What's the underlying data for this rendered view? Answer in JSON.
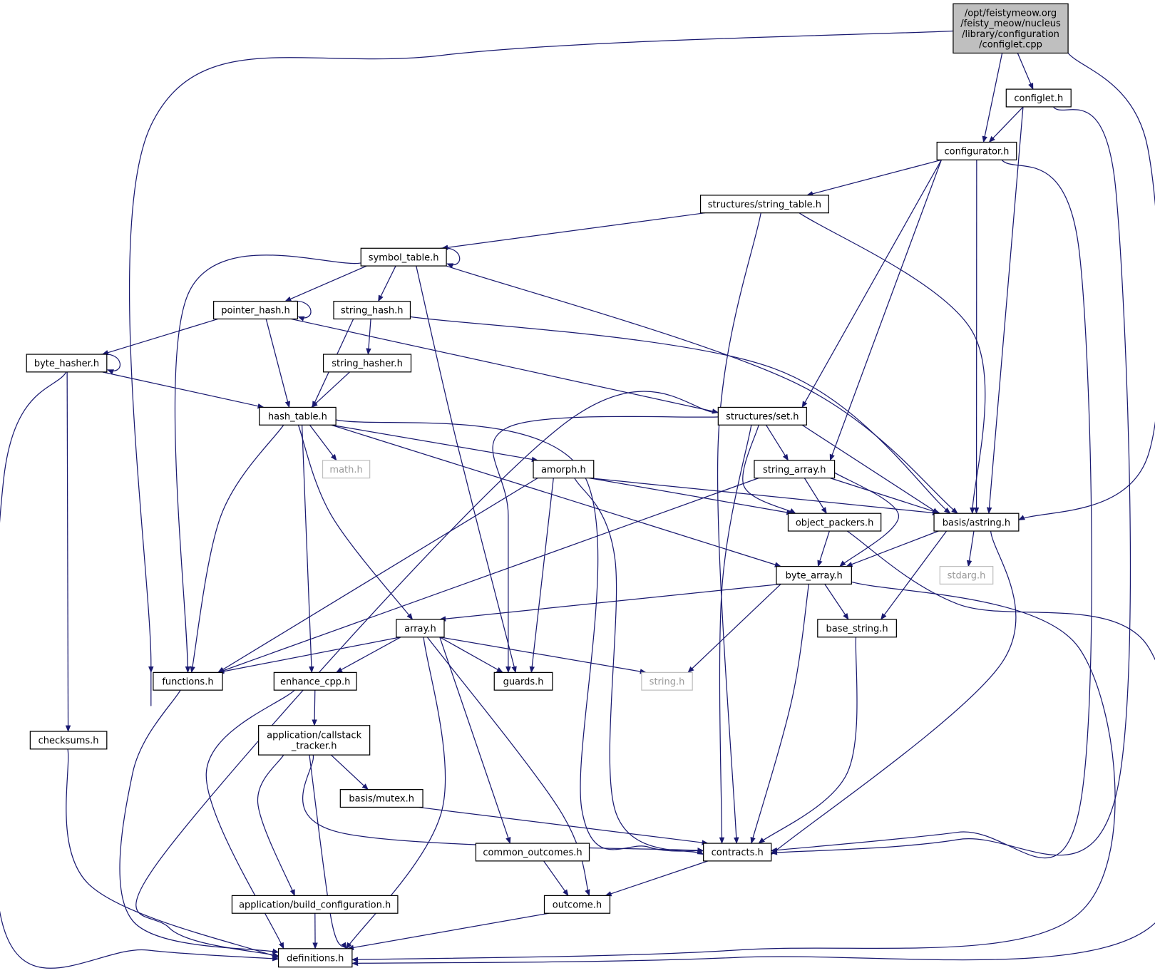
{
  "diagram": {
    "type": "include-dependency-graph",
    "colors": {
      "edge": "#191970",
      "root_fill": "#bfbfbf",
      "node_fill": "#ffffff",
      "node_border": "#000000",
      "external_border": "#bfbfbf",
      "external_text": "#9a9a9a"
    },
    "nodes": [
      {
        "id": "root",
        "lines": [
          "/opt/feistymeow.org",
          "/feisty_meow/nucleus",
          "/library/configuration",
          "/configlet.cpp"
        ],
        "style": "root"
      },
      {
        "id": "configlet_h",
        "lines": [
          "configlet.h"
        ],
        "style": "normal"
      },
      {
        "id": "configurator_h",
        "lines": [
          "configurator.h"
        ],
        "style": "normal"
      },
      {
        "id": "string_table_h",
        "lines": [
          "structures/string_table.h"
        ],
        "style": "normal"
      },
      {
        "id": "symbol_table_h",
        "lines": [
          "symbol_table.h"
        ],
        "style": "normal"
      },
      {
        "id": "pointer_hash_h",
        "lines": [
          "pointer_hash.h"
        ],
        "style": "normal"
      },
      {
        "id": "string_hash_h",
        "lines": [
          "string_hash.h"
        ],
        "style": "normal"
      },
      {
        "id": "byte_hasher_h",
        "lines": [
          "byte_hasher.h"
        ],
        "style": "normal"
      },
      {
        "id": "string_hasher_h",
        "lines": [
          "string_hasher.h"
        ],
        "style": "normal"
      },
      {
        "id": "hash_table_h",
        "lines": [
          "hash_table.h"
        ],
        "style": "normal"
      },
      {
        "id": "set_h",
        "lines": [
          "structures/set.h"
        ],
        "style": "normal"
      },
      {
        "id": "math_h",
        "lines": [
          "math.h"
        ],
        "style": "external"
      },
      {
        "id": "amorph_h",
        "lines": [
          "amorph.h"
        ],
        "style": "normal"
      },
      {
        "id": "string_array_h",
        "lines": [
          "string_array.h"
        ],
        "style": "normal"
      },
      {
        "id": "object_packers_h",
        "lines": [
          "object_packers.h"
        ],
        "style": "normal"
      },
      {
        "id": "astring_h",
        "lines": [
          "basis/astring.h"
        ],
        "style": "normal"
      },
      {
        "id": "stdarg_h",
        "lines": [
          "stdarg.h"
        ],
        "style": "external"
      },
      {
        "id": "byte_array_h",
        "lines": [
          "byte_array.h"
        ],
        "style": "normal"
      },
      {
        "id": "base_string_h",
        "lines": [
          "base_string.h"
        ],
        "style": "normal"
      },
      {
        "id": "array_h",
        "lines": [
          "array.h"
        ],
        "style": "normal"
      },
      {
        "id": "functions_h",
        "lines": [
          "functions.h"
        ],
        "style": "normal"
      },
      {
        "id": "enhance_cpp_h",
        "lines": [
          "enhance_cpp.h"
        ],
        "style": "normal"
      },
      {
        "id": "guards_h",
        "lines": [
          "guards.h"
        ],
        "style": "normal"
      },
      {
        "id": "string_h",
        "lines": [
          "string.h"
        ],
        "style": "external"
      },
      {
        "id": "checksums_h",
        "lines": [
          "checksums.h"
        ],
        "style": "normal"
      },
      {
        "id": "callstack_tracker_h",
        "lines": [
          "application/callstack",
          "_tracker.h"
        ],
        "style": "normal"
      },
      {
        "id": "mutex_h",
        "lines": [
          "basis/mutex.h"
        ],
        "style": "normal"
      },
      {
        "id": "contracts_h",
        "lines": [
          "contracts.h"
        ],
        "style": "normal"
      },
      {
        "id": "common_outcomes_h",
        "lines": [
          "common_outcomes.h"
        ],
        "style": "normal"
      },
      {
        "id": "build_configuration_h",
        "lines": [
          "application/build_configuration.h"
        ],
        "style": "normal"
      },
      {
        "id": "outcome_h",
        "lines": [
          "outcome.h"
        ],
        "style": "normal"
      },
      {
        "id": "definitions_h",
        "lines": [
          "definitions.h"
        ],
        "style": "normal"
      }
    ],
    "edges": [
      [
        "root",
        "functions_h"
      ],
      [
        "root",
        "configurator_h"
      ],
      [
        "root",
        "configlet_h"
      ],
      [
        "root",
        "astring_h"
      ],
      [
        "configlet_h",
        "configurator_h"
      ],
      [
        "configlet_h",
        "astring_h"
      ],
      [
        "configlet_h",
        "contracts_h"
      ],
      [
        "configurator_h",
        "string_table_h"
      ],
      [
        "configurator_h",
        "set_h"
      ],
      [
        "configurator_h",
        "string_array_h"
      ],
      [
        "configurator_h",
        "astring_h"
      ],
      [
        "configurator_h",
        "contracts_h"
      ],
      [
        "string_table_h",
        "symbol_table_h"
      ],
      [
        "string_table_h",
        "contracts_h"
      ],
      [
        "string_table_h",
        "astring_h"
      ],
      [
        "symbol_table_h",
        "symbol_table_h"
      ],
      [
        "symbol_table_h",
        "pointer_hash_h"
      ],
      [
        "symbol_table_h",
        "string_hash_h"
      ],
      [
        "symbol_table_h",
        "functions_h"
      ],
      [
        "symbol_table_h",
        "guards_h"
      ],
      [
        "symbol_table_h",
        "astring_h"
      ],
      [
        "pointer_hash_h",
        "pointer_hash_h"
      ],
      [
        "pointer_hash_h",
        "byte_hasher_h"
      ],
      [
        "pointer_hash_h",
        "hash_table_h"
      ],
      [
        "pointer_hash_h",
        "set_h"
      ],
      [
        "string_hash_h",
        "string_hasher_h"
      ],
      [
        "string_hash_h",
        "hash_table_h"
      ],
      [
        "string_hash_h",
        "astring_h"
      ],
      [
        "byte_hasher_h",
        "byte_hasher_h"
      ],
      [
        "byte_hasher_h",
        "hash_table_h"
      ],
      [
        "byte_hasher_h",
        "checksums_h"
      ],
      [
        "byte_hasher_h",
        "definitions_h"
      ],
      [
        "string_hasher_h",
        "hash_table_h"
      ],
      [
        "hash_table_h",
        "math_h"
      ],
      [
        "hash_table_h",
        "amorph_h"
      ],
      [
        "hash_table_h",
        "byte_array_h"
      ],
      [
        "hash_table_h",
        "array_h"
      ],
      [
        "hash_table_h",
        "enhance_cpp_h"
      ],
      [
        "hash_table_h",
        "functions_h"
      ],
      [
        "hash_table_h",
        "contracts_h"
      ],
      [
        "set_h",
        "string_array_h"
      ],
      [
        "set_h",
        "object_packers_h"
      ],
      [
        "set_h",
        "astring_h"
      ],
      [
        "set_h",
        "contracts_h"
      ],
      [
        "set_h",
        "guards_h"
      ],
      [
        "set_h",
        "definitions_h"
      ],
      [
        "amorph_h",
        "object_packers_h"
      ],
      [
        "amorph_h",
        "astring_h"
      ],
      [
        "amorph_h",
        "guards_h"
      ],
      [
        "amorph_h",
        "functions_h"
      ],
      [
        "amorph_h",
        "contracts_h"
      ],
      [
        "string_array_h",
        "object_packers_h"
      ],
      [
        "string_array_h",
        "astring_h"
      ],
      [
        "string_array_h",
        "byte_array_h"
      ],
      [
        "string_array_h",
        "functions_h"
      ],
      [
        "object_packers_h",
        "byte_array_h"
      ],
      [
        "object_packers_h",
        "definitions_h"
      ],
      [
        "astring_h",
        "stdarg_h"
      ],
      [
        "astring_h",
        "byte_array_h"
      ],
      [
        "astring_h",
        "base_string_h"
      ],
      [
        "astring_h",
        "contracts_h"
      ],
      [
        "byte_array_h",
        "array_h"
      ],
      [
        "byte_array_h",
        "base_string_h"
      ],
      [
        "byte_array_h",
        "string_h"
      ],
      [
        "byte_array_h",
        "contracts_h"
      ],
      [
        "byte_array_h",
        "definitions_h"
      ],
      [
        "base_string_h",
        "contracts_h"
      ],
      [
        "array_h",
        "functions_h"
      ],
      [
        "array_h",
        "enhance_cpp_h"
      ],
      [
        "array_h",
        "guards_h"
      ],
      [
        "array_h",
        "string_h"
      ],
      [
        "array_h",
        "common_outcomes_h"
      ],
      [
        "array_h",
        "outcome_h"
      ],
      [
        "array_h",
        "definitions_h"
      ],
      [
        "functions_h",
        "definitions_h"
      ],
      [
        "enhance_cpp_h",
        "callstack_tracker_h"
      ],
      [
        "enhance_cpp_h",
        "definitions_h"
      ],
      [
        "callstack_tracker_h",
        "mutex_h"
      ],
      [
        "callstack_tracker_h",
        "build_configuration_h"
      ],
      [
        "callstack_tracker_h",
        "contracts_h"
      ],
      [
        "callstack_tracker_h",
        "definitions_h"
      ],
      [
        "mutex_h",
        "contracts_h"
      ],
      [
        "common_outcomes_h",
        "outcome_h"
      ],
      [
        "contracts_h",
        "outcome_h"
      ],
      [
        "checksums_h",
        "definitions_h"
      ],
      [
        "build_configuration_h",
        "definitions_h"
      ],
      [
        "outcome_h",
        "definitions_h"
      ]
    ]
  }
}
